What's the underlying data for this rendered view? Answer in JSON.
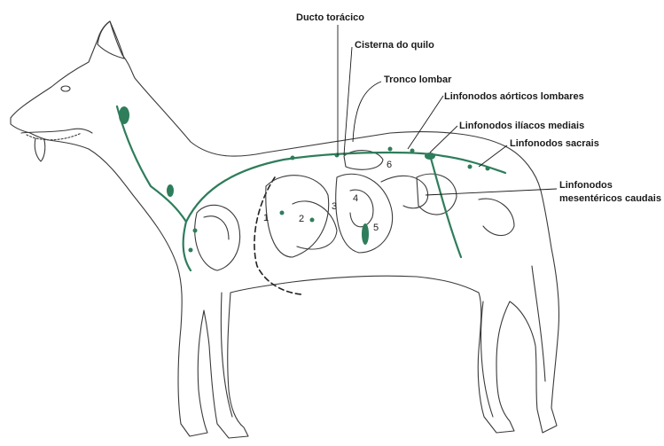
{
  "labels": {
    "ducto_toracico": "Ducto torácico",
    "cisterna_do_quilo": "Cisterna do quilo",
    "tronco_lombar": "Tronco lombar",
    "linfonodos_aorticos_lombares": "Linfonodos aórticos lombares",
    "linfonodos_iliacos_mediais": "Linfonodos ilíacos mediais",
    "linfonodos_sacrais": "Linfonodos sacrais",
    "linfonodos_mesentericos_caudais_1": "Linfonodos",
    "linfonodos_mesentericos_caudais_2": "mesentéricos caudais"
  },
  "numbers": [
    "1",
    "2",
    "3",
    "4",
    "5",
    "6"
  ],
  "colors": {
    "lymph": "#2e7d5b",
    "outline": "#3a3a3a",
    "leader": "#1a1a1a"
  }
}
